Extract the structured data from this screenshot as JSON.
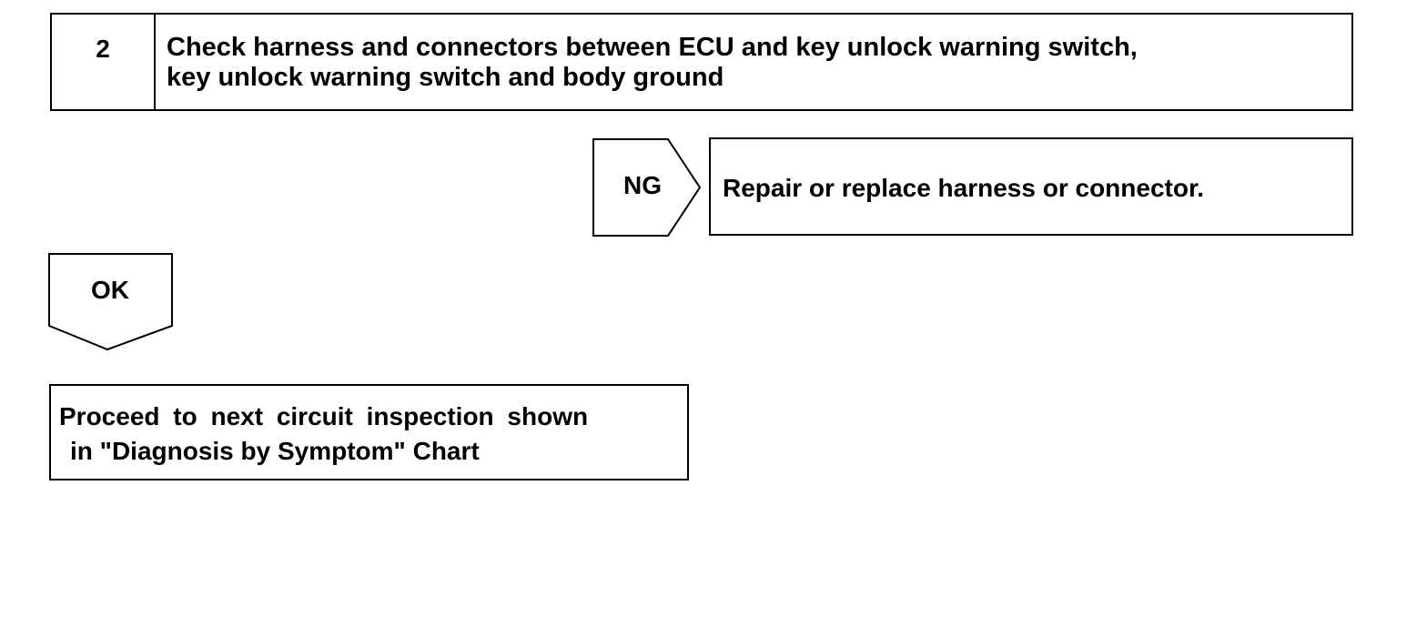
{
  "step": {
    "number": "2",
    "title_line1": "Check harness and connectors between ECU and key unlock warning switch,",
    "title_line2": "key unlock warning switch and body ground"
  },
  "ng_branch": {
    "label": "NG",
    "action": "Repair or replace harness or connector."
  },
  "ok_branch": {
    "label": "OK",
    "action_line1": "Proceed to next circuit inspection shown",
    "action_line2": "in \"Diagnosis by Symptom\" Chart"
  }
}
